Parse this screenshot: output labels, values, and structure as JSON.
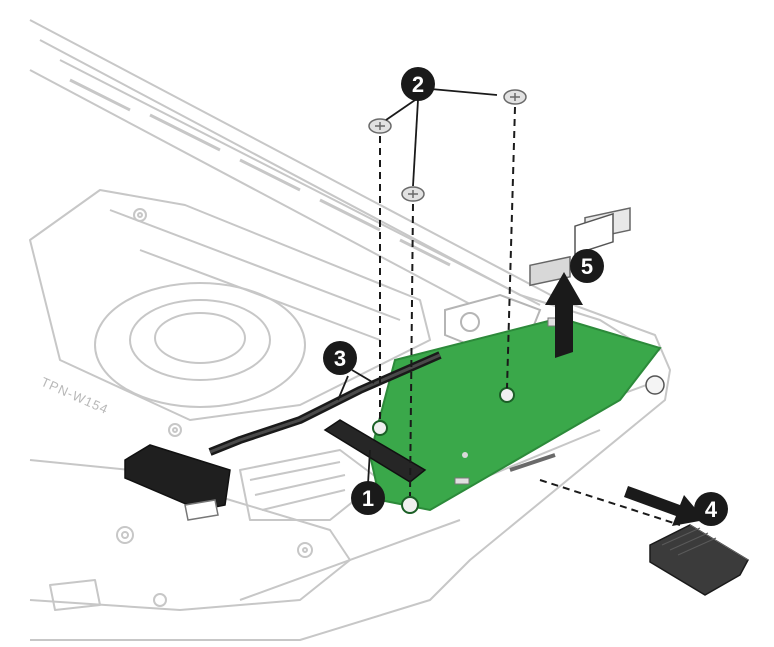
{
  "figure": {
    "chassis_label": "TPN-W154",
    "callouts": [
      {
        "number": "1",
        "target": "board connector"
      },
      {
        "number": "2",
        "target": "screws"
      },
      {
        "number": "3",
        "target": "cable"
      },
      {
        "number": "4",
        "target": "memory card"
      },
      {
        "number": "5",
        "target": "board removal"
      }
    ]
  },
  "colors": {
    "board_green": "#3aa84a",
    "board_dark": "#2c8a3a",
    "chassis_line": "#c7c7c7",
    "callout_fill": "#1a1a1a",
    "arrow_fill": "#1a1a1a",
    "card_fill": "#3b3b3b"
  }
}
